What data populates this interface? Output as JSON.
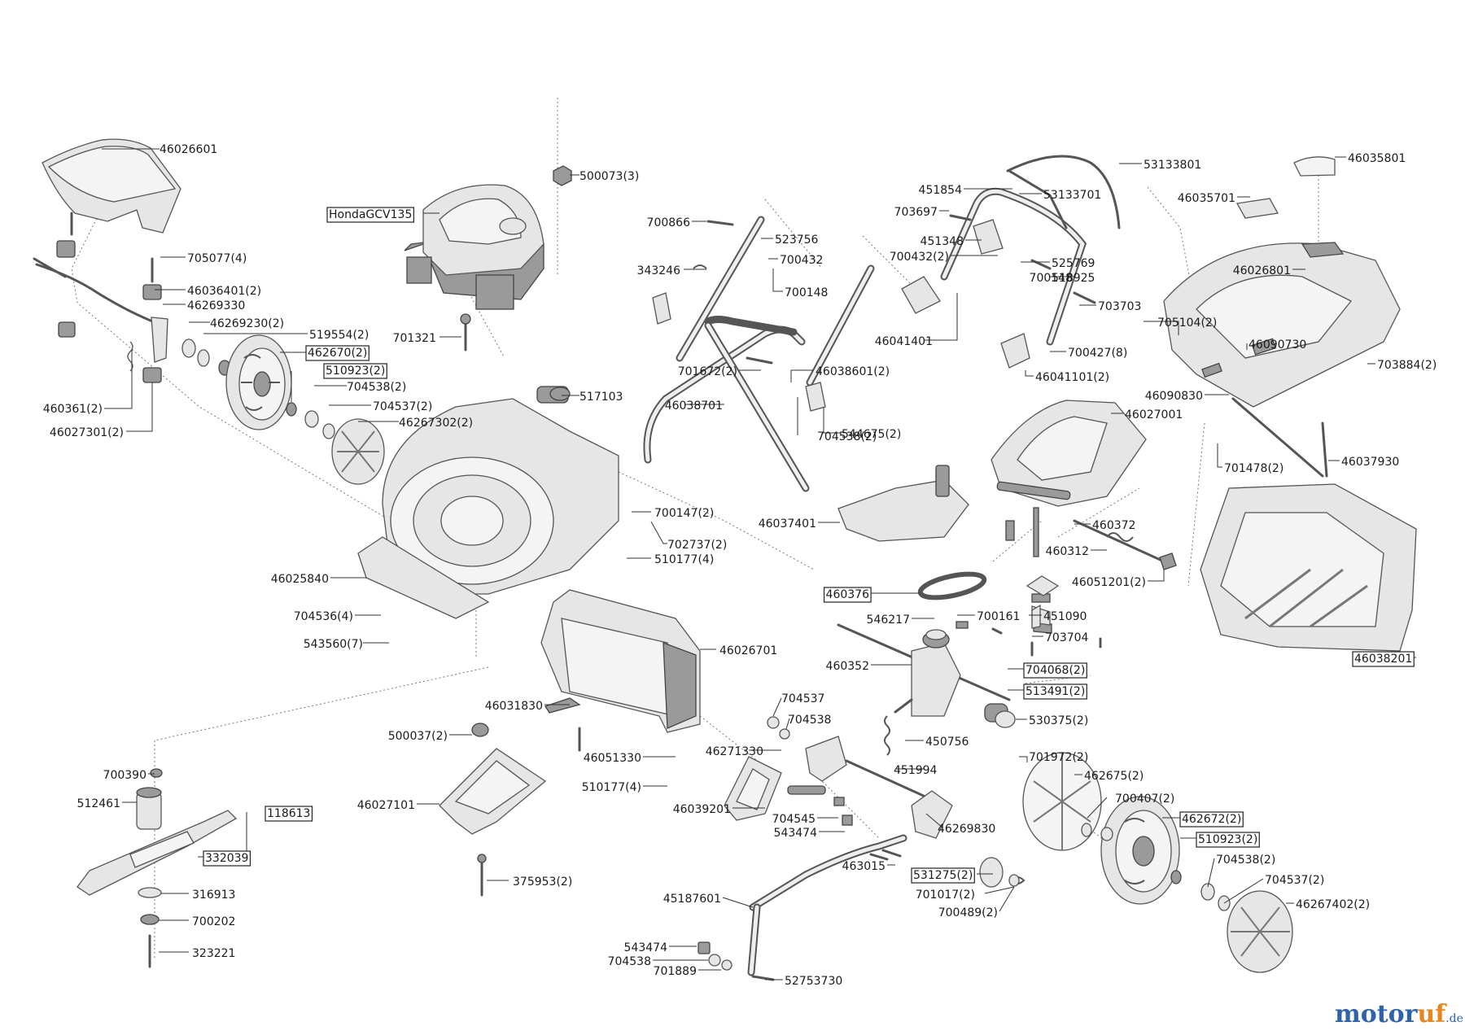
{
  "diagram": {
    "parts": [
      {
        "id": "p46026601",
        "label": "46026601"
      },
      {
        "id": "p705077",
        "label": "705077(4)"
      },
      {
        "id": "p46036401",
        "label": "46036401(2)"
      },
      {
        "id": "p46269330",
        "label": "46269330"
      },
      {
        "id": "p46269230",
        "label": "46269230(2)"
      },
      {
        "id": "p519554",
        "label": "519554(2)"
      },
      {
        "id": "p462670",
        "label": "462670(2)",
        "boxed": true
      },
      {
        "id": "p510923a",
        "label": "510923(2)",
        "boxed": true
      },
      {
        "id": "p704538a",
        "label": "704538(2)"
      },
      {
        "id": "p704537a",
        "label": "704537(2)"
      },
      {
        "id": "p46267302",
        "label": "46267302(2)"
      },
      {
        "id": "p460361",
        "label": "460361(2)"
      },
      {
        "id": "p46027301",
        "label": "46027301(2)"
      },
      {
        "id": "p500073",
        "label": "500073(3)"
      },
      {
        "id": "pHonda",
        "label": "HondaGCV135",
        "boxed": true
      },
      {
        "id": "p701321",
        "label": "701321"
      },
      {
        "id": "p517103",
        "label": "517103"
      },
      {
        "id": "p700147",
        "label": "700147(2)"
      },
      {
        "id": "p702737",
        "label": "702737(2)"
      },
      {
        "id": "p510177a",
        "label": "510177(4)"
      },
      {
        "id": "p46025840",
        "label": "46025840"
      },
      {
        "id": "p704536",
        "label": "704536(4)"
      },
      {
        "id": "p543560",
        "label": "543560(7)"
      },
      {
        "id": "p46026701",
        "label": "46026701"
      },
      {
        "id": "p46031830",
        "label": "46031830"
      },
      {
        "id": "p500037",
        "label": "500037(2)"
      },
      {
        "id": "p46051330",
        "label": "46051330"
      },
      {
        "id": "p510177b",
        "label": "510177(4)"
      },
      {
        "id": "p46027101",
        "label": "46027101"
      },
      {
        "id": "p375953",
        "label": "375953(2)"
      },
      {
        "id": "p700390",
        "label": "700390"
      },
      {
        "id": "p512461",
        "label": "512461"
      },
      {
        "id": "p118613",
        "label": "118613",
        "boxed": true
      },
      {
        "id": "p332039",
        "label": "332039",
        "boxed": true
      },
      {
        "id": "p316913",
        "label": "316913"
      },
      {
        "id": "p700202",
        "label": "700202"
      },
      {
        "id": "p323221",
        "label": "323221"
      },
      {
        "id": "p700866",
        "label": "700866"
      },
      {
        "id": "p523756",
        "label": "523756"
      },
      {
        "id": "p700432a",
        "label": "700432"
      },
      {
        "id": "p343246",
        "label": "343246"
      },
      {
        "id": "p700148a",
        "label": "700148"
      },
      {
        "id": "p701672",
        "label": "701672(2)"
      },
      {
        "id": "p46038601",
        "label": "46038601(2)"
      },
      {
        "id": "p46038701",
        "label": "46038701"
      },
      {
        "id": "p544675",
        "label": "544675(2)"
      },
      {
        "id": "p704538b",
        "label": "704538(2)"
      },
      {
        "id": "p53133801",
        "label": "53133801"
      },
      {
        "id": "p451854",
        "label": "451854"
      },
      {
        "id": "p53133701",
        "label": "53133701"
      },
      {
        "id": "p703697",
        "label": "703697"
      },
      {
        "id": "p451348",
        "label": "451348"
      },
      {
        "id": "p700432b",
        "label": "700432(2)"
      },
      {
        "id": "p525769",
        "label": "525769"
      },
      {
        "id": "p700148b",
        "label": "700148"
      },
      {
        "id": "p518925",
        "label": "518925"
      },
      {
        "id": "p703703",
        "label": "703703"
      },
      {
        "id": "p46041401",
        "label": "46041401"
      },
      {
        "id": "p700427",
        "label": "700427(8)"
      },
      {
        "id": "p46041101",
        "label": "46041101(2)"
      },
      {
        "id": "p46035801",
        "label": "46035801"
      },
      {
        "id": "p46035701",
        "label": "46035701"
      },
      {
        "id": "p46026801",
        "label": "46026801"
      },
      {
        "id": "p705104",
        "label": "705104(2)"
      },
      {
        "id": "p46090730",
        "label": "46090730"
      },
      {
        "id": "p703884",
        "label": "703884(2)"
      },
      {
        "id": "p46090830",
        "label": "46090830"
      },
      {
        "id": "p46027001",
        "label": "46027001"
      },
      {
        "id": "p701478",
        "label": "701478(2)"
      },
      {
        "id": "p46037930",
        "label": "46037930"
      },
      {
        "id": "p46037401",
        "label": "46037401"
      },
      {
        "id": "p460372",
        "label": "460372"
      },
      {
        "id": "p460312",
        "label": "460312"
      },
      {
        "id": "p46051201",
        "label": "46051201(2)"
      },
      {
        "id": "p460376",
        "label": "460376",
        "boxed": true
      },
      {
        "id": "p546217",
        "label": "546217"
      },
      {
        "id": "p700161",
        "label": "700161"
      },
      {
        "id": "p451090",
        "label": "451090"
      },
      {
        "id": "p703704",
        "label": "703704"
      },
      {
        "id": "p460352",
        "label": "460352"
      },
      {
        "id": "p704068",
        "label": "704068(2)",
        "boxed": true
      },
      {
        "id": "p513491",
        "label": "513491(2)",
        "boxed": true
      },
      {
        "id": "p46038201",
        "label": "46038201",
        "boxed": true
      },
      {
        "id": "p704537b",
        "label": "704537"
      },
      {
        "id": "p704538c",
        "label": "704538"
      },
      {
        "id": "p530375",
        "label": "530375(2)"
      },
      {
        "id": "p450756",
        "label": "450756"
      },
      {
        "id": "p46271330",
        "label": "46271330"
      },
      {
        "id": "p451994",
        "label": "451994"
      },
      {
        "id": "p46039201",
        "label": "46039201"
      },
      {
        "id": "p701972",
        "label": "701972(2)"
      },
      {
        "id": "p462675",
        "label": "462675(2)"
      },
      {
        "id": "p700407",
        "label": "700407(2)"
      },
      {
        "id": "p462672",
        "label": "462672(2)",
        "boxed": true
      },
      {
        "id": "p510923b",
        "label": "510923(2)",
        "boxed": true
      },
      {
        "id": "p704545",
        "label": "704545"
      },
      {
        "id": "p543474a",
        "label": "543474"
      },
      {
        "id": "p46269830",
        "label": "46269830"
      },
      {
        "id": "p463015",
        "label": "463015"
      },
      {
        "id": "p531275",
        "label": "531275(2)",
        "boxed": true
      },
      {
        "id": "p701017",
        "label": "701017(2)"
      },
      {
        "id": "p700489",
        "label": "700489(2)"
      },
      {
        "id": "p45187601",
        "label": "45187601"
      },
      {
        "id": "p704538d",
        "label": "704538(2)"
      },
      {
        "id": "p704537c",
        "label": "704537(2)"
      },
      {
        "id": "p46267402",
        "label": "46267402(2)"
      },
      {
        "id": "p543474b",
        "label": "543474"
      },
      {
        "id": "p704538e",
        "label": "704538"
      },
      {
        "id": "p701889",
        "label": "701889"
      },
      {
        "id": "p52753730",
        "label": "52753730"
      }
    ]
  },
  "watermark": {
    "brand_main": "motor",
    "brand_accent": "uf",
    "brand_suffix": ".de"
  }
}
